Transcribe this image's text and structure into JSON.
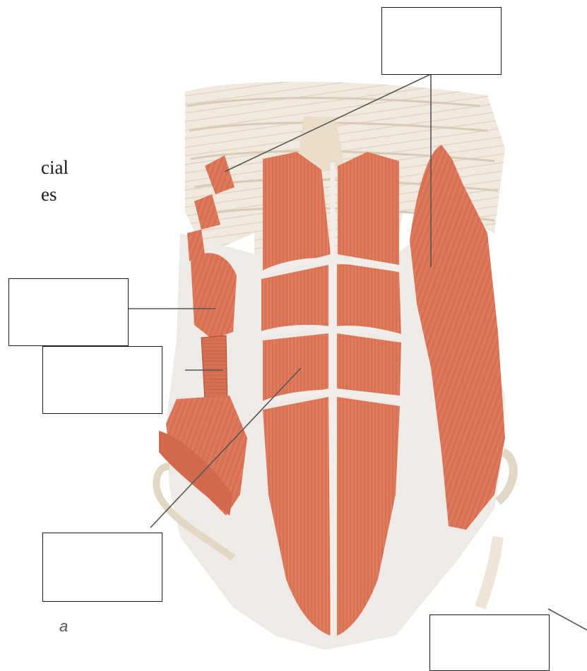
{
  "figure": {
    "panel_letter": "a",
    "partial_caption_lines": [
      "cial",
      "es"
    ]
  },
  "label_boxes": [
    {
      "id": "box-top-right",
      "text": ""
    },
    {
      "id": "box-left-upper",
      "text": ""
    },
    {
      "id": "box-left-middle",
      "text": ""
    },
    {
      "id": "box-left-lower",
      "text": ""
    },
    {
      "id": "box-bottom-right",
      "text": ""
    }
  ],
  "colors": {
    "muscle": "#dd7656",
    "muscle_dark": "#c35a3e",
    "fascia": "#eeeae6",
    "bone": "#eadfcf",
    "outline": "#1a1a1a",
    "leader_line": "#555555"
  }
}
